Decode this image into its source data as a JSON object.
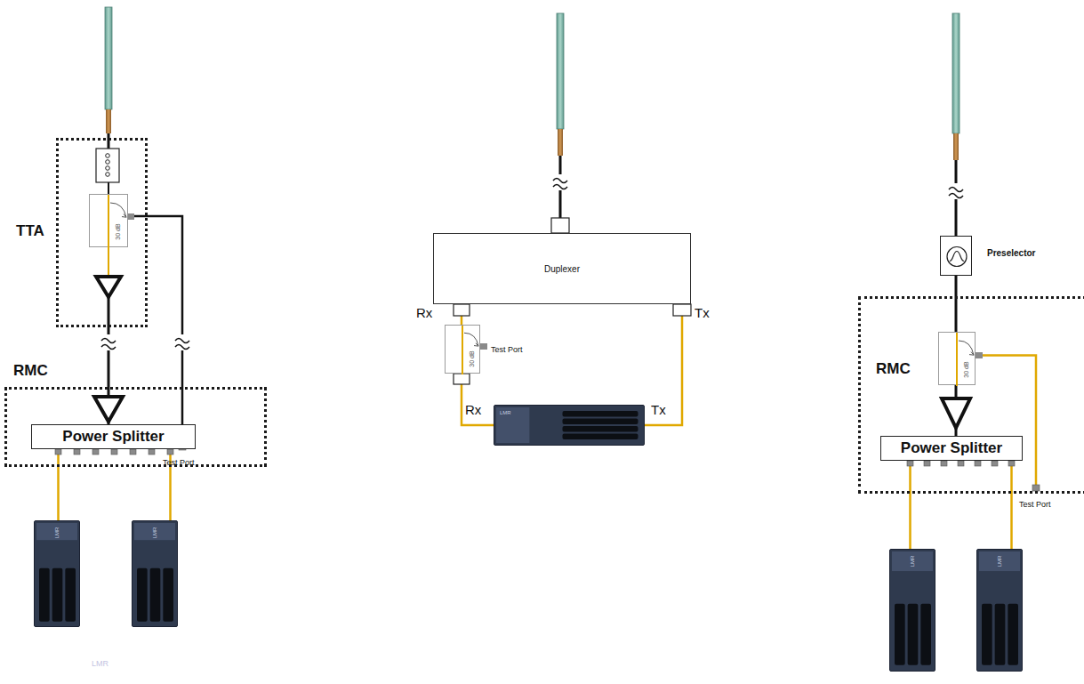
{
  "diagram": {
    "nodes": [
      {
        "text": [
          "TTA"
        ]
      },
      {
        "text": [
          "30 dB"
        ],
        "in": 0
      },
      {
        "text": [
          "RMC"
        ]
      },
      {
        "text": [
          "Power Splitter"
        ],
        "in": 2
      },
      {
        "text": [
          "LMR"
        ]
      },
      {
        "text": [
          "LMR"
        ]
      },
      {
        "text": [
          "Duplexer"
        ]
      },
      {
        "text": [
          "30 dB"
        ]
      },
      {
        "text": [
          "LMR"
        ]
      },
      {
        "text": [
          "Preselector"
        ]
      },
      {
        "text": [
          "RMC"
        ]
      },
      {
        "text": [
          "30 dB"
        ],
        "in": 10
      },
      {
        "text": [
          "Power Splitter"
        ],
        "in": 10
      },
      {
        "text": [
          "LMR"
        ]
      },
      {
        "text": [
          "LMR"
        ]
      }
    ],
    "edges": [
      {
        "from": 0,
        "to": 2,
        "arrow": "none"
      },
      {
        "from": 3,
        "to": 4,
        "arrow": "none"
      },
      {
        "from": 3,
        "to": 5,
        "arrow": "none"
      },
      {
        "from": 6,
        "to": 7,
        "arrow": "none"
      },
      {
        "from": 7,
        "to": 8,
        "arrow": "none"
      },
      {
        "from": 6,
        "to": 8,
        "arrow": "none"
      },
      {
        "from": 9,
        "to": 11,
        "arrow": "none"
      },
      {
        "from": 11,
        "to": 12,
        "arrow": "none"
      },
      {
        "from": 12,
        "to": 13,
        "arrow": "none"
      },
      {
        "from": 12,
        "to": 14,
        "arrow": "none"
      }
    ],
    "labels": [
      "Test Port",
      "Rx",
      "Tx",
      "Test Port",
      "Rx",
      "Tx",
      "Test Port",
      "LMR"
    ]
  }
}
